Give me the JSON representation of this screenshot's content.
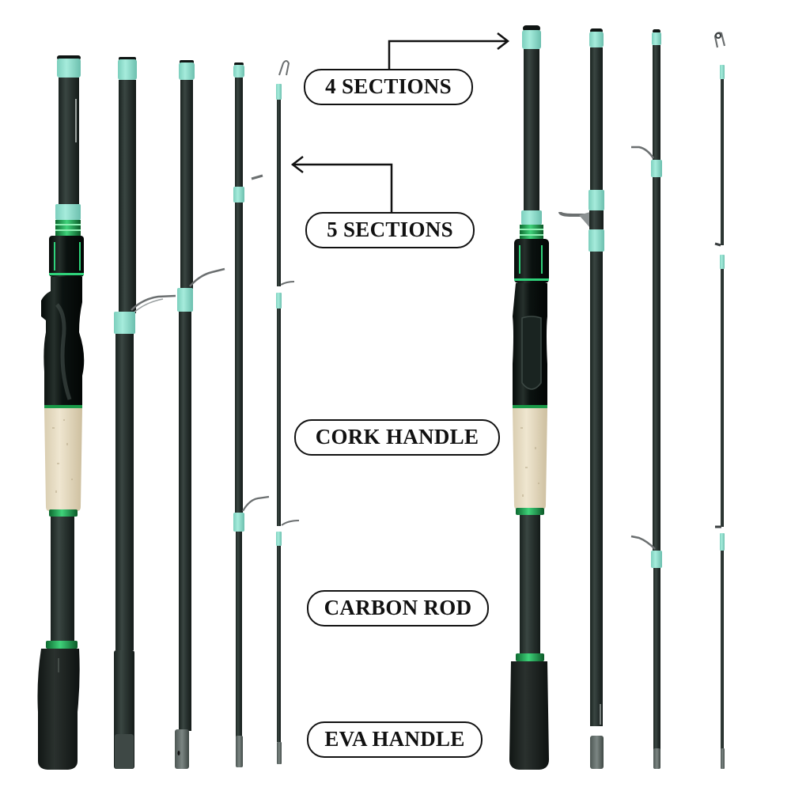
{
  "image": {
    "subject": "Two travel spinning fishing rod kits, disassembled",
    "background": "#ffffff"
  },
  "colors": {
    "blank": "#2b3532",
    "blank_dark": "#1d2522",
    "accent_teal": "#8fe0cf",
    "accent_green": "#1f9e4a",
    "reel_seat": "#0c1411",
    "cork": "#e6dcc2",
    "eva": "#1b211f",
    "guide_metal": "#6b6f70",
    "outline_text": "#111111"
  },
  "labels": {
    "four_sections": "4 SECTIONS",
    "five_sections": "5 SECTIONS",
    "cork_handle": "CORK HANDLE",
    "carbon_rod": "CARBON ROD",
    "eva_handle": "EVA HANDLE"
  },
  "arrows": [
    {
      "name": "four-sections-arrow",
      "direction": "right",
      "points_to": "4-section rod"
    },
    {
      "name": "five-sections-arrow",
      "direction": "left",
      "points_to": "5-section rod"
    }
  ],
  "rods": [
    {
      "kit": "5 SECTIONS",
      "position": "left",
      "pieces": 5
    },
    {
      "kit": "4 SECTIONS",
      "position": "right",
      "pieces": 4
    }
  ]
}
